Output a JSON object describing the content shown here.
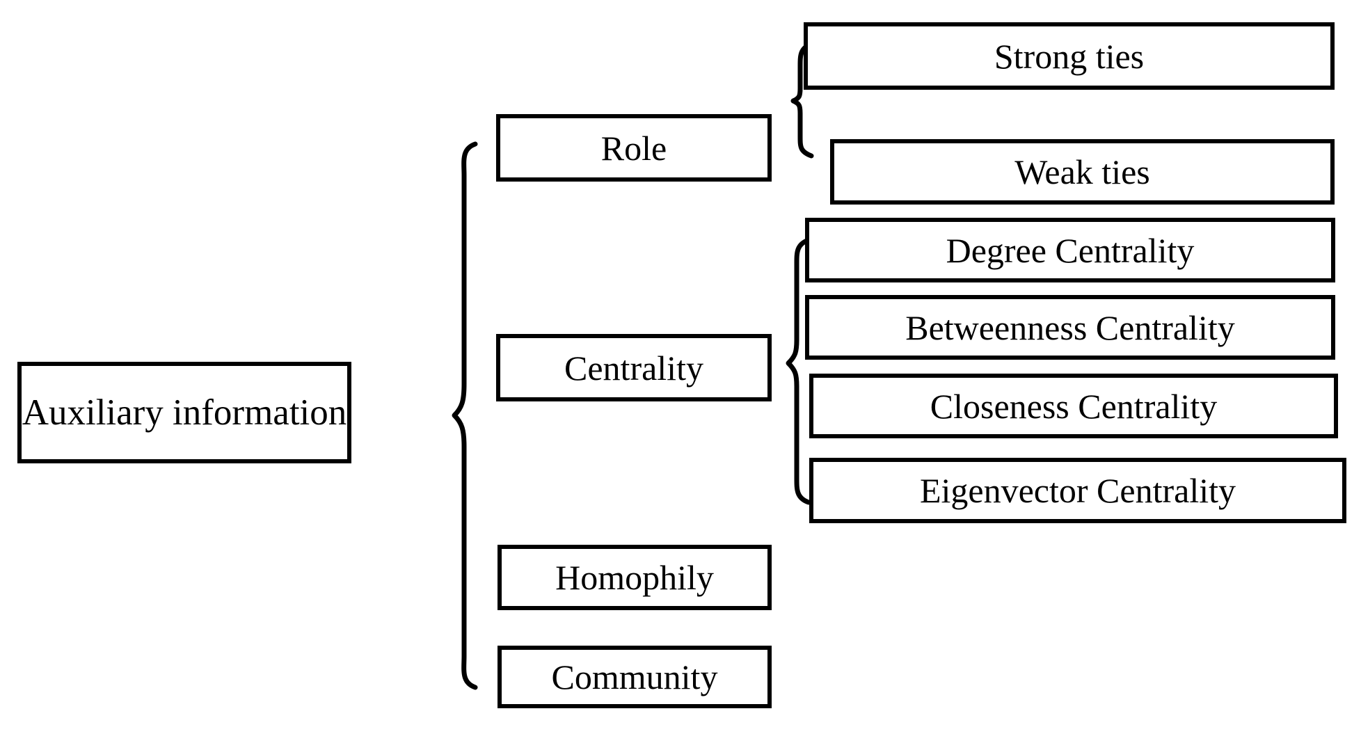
{
  "diagram": {
    "title": "Auxiliary information taxonomy",
    "type": "hierarchical-tree-with-braces",
    "stroke_color": "#000000",
    "background_color": "#ffffff",
    "root": {
      "label": "Auxiliary information"
    },
    "level2": [
      {
        "label": "Role"
      },
      {
        "label": "Centrality"
      },
      {
        "label": "Homophily"
      },
      {
        "label": "Community"
      }
    ],
    "level3": {
      "role_children": [
        {
          "label": "Strong ties"
        },
        {
          "label": "Weak ties"
        }
      ],
      "centrality_children": [
        {
          "label": "Degree Centrality"
        },
        {
          "label": "Betweenness Centrality"
        },
        {
          "label": "Closeness Centrality"
        },
        {
          "label": "Eigenvector Centrality"
        }
      ]
    },
    "connectors": [
      {
        "name": "root-brace",
        "from": "Auxiliary information",
        "to": [
          "Role",
          "Centrality",
          "Homophily",
          "Community"
        ]
      },
      {
        "name": "role-brace",
        "from": "Role",
        "to": [
          "Strong ties",
          "Weak ties"
        ]
      },
      {
        "name": "centrality-brace",
        "from": "Centrality",
        "to": [
          "Degree Centrality",
          "Betweenness Centrality",
          "Closeness Centrality",
          "Eigenvector Centrality"
        ]
      }
    ]
  }
}
